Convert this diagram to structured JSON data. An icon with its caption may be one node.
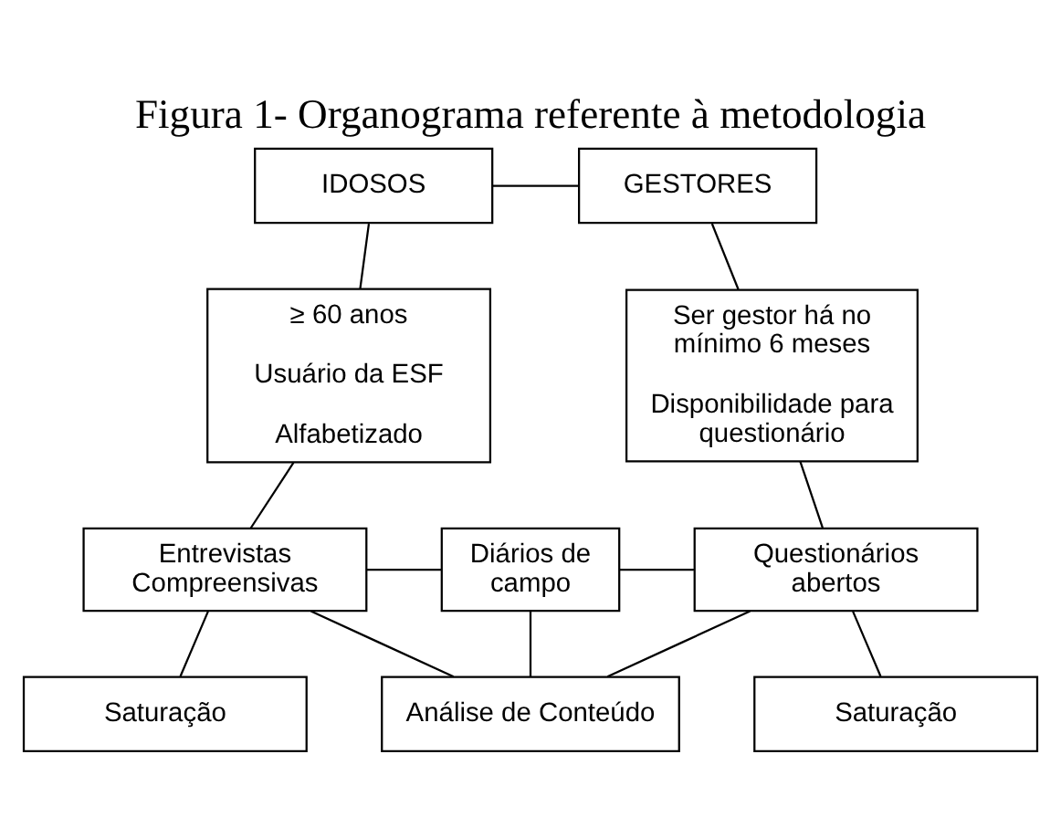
{
  "diagram": {
    "title": "Figura 1- Organograma referente à metodologia",
    "nodes": [
      {
        "text": [
          "IDOSOS"
        ]
      },
      {
        "text": [
          "GESTORES"
        ]
      },
      {
        "text": [
          "≥ 60 anos",
          "Usuário da ESF",
          "Alfabetizado"
        ]
      },
      {
        "text": [
          "Ser gestor há no mínimo 6 meses",
          "Disponibilidade para questionário"
        ]
      },
      {
        "text": [
          "Entrevistas Compreensivas"
        ]
      },
      {
        "text": [
          "Diários de campo"
        ]
      },
      {
        "text": [
          "Questionários abertos"
        ]
      },
      {
        "text": [
          "Saturação"
        ]
      },
      {
        "text": [
          "Saturação"
        ]
      },
      {
        "text": [
          "Análise de Conteúdo"
        ]
      }
    ],
    "edges": [
      {
        "from": 0,
        "to": 1,
        "arrow": "none"
      },
      {
        "from": 0,
        "to": 2,
        "arrow": "none"
      },
      {
        "from": 1,
        "to": 3,
        "arrow": "none"
      },
      {
        "from": 2,
        "to": 4,
        "arrow": "none"
      },
      {
        "from": 3,
        "to": 6,
        "arrow": "none"
      },
      {
        "from": 4,
        "to": 5,
        "arrow": "none"
      },
      {
        "from": 5,
        "to": 6,
        "arrow": "none"
      },
      {
        "from": 4,
        "to": 7,
        "arrow": "none"
      },
      {
        "from": 6,
        "to": 8,
        "arrow": "none"
      },
      {
        "from": 4,
        "to": 9,
        "arrow": "none"
      },
      {
        "from": 5,
        "to": 9,
        "arrow": "none"
      },
      {
        "from": 6,
        "to": 9,
        "arrow": "none"
      }
    ]
  }
}
